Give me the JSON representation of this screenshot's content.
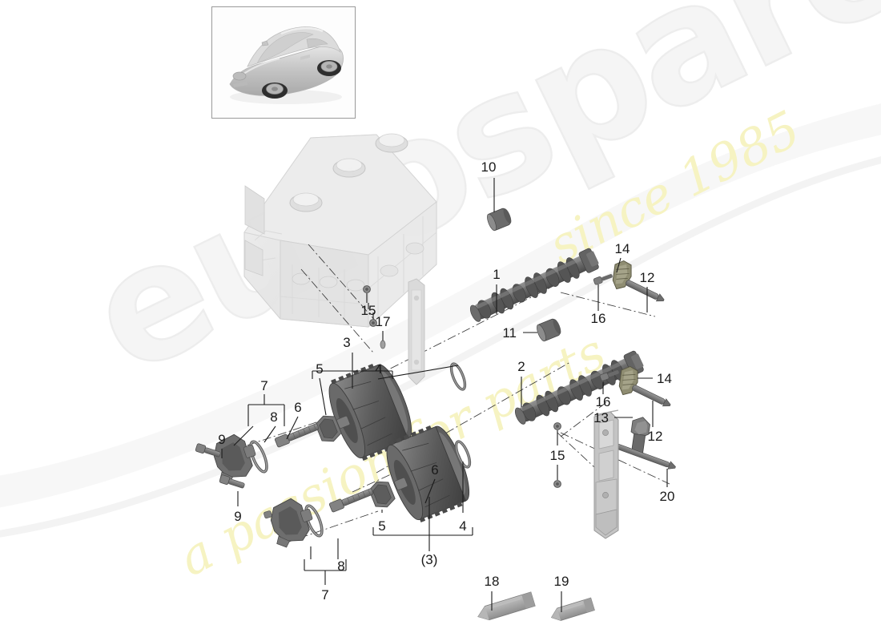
{
  "diagram": {
    "title": "Porsche 718 Cayman - Valve train / camshaft assembly parts diagram",
    "background_color": "#ffffff",
    "line_color": "#1a1a1a"
  },
  "watermark": {
    "brand_text": "eurospares",
    "brand_color": "#f4f4f4",
    "brand_outline_color": "#ededed",
    "tagline_primary": "a passion for parts",
    "tagline_secondary": "since 1985",
    "tagline_color": "#f5f3c4",
    "swoosh_color": "#f6f6f6"
  },
  "thumbnail": {
    "name": "vehicle-thumbnail",
    "alt": "Porsche 718 Cayman silver coupe",
    "border_color": "#9a9a9a",
    "body_color": "#c9c9c9"
  },
  "parts": [
    {
      "ref": "1",
      "label": "1",
      "name": "camshaft-intake"
    },
    {
      "ref": "2",
      "label": "2",
      "name": "camshaft-exhaust"
    },
    {
      "ref": "3",
      "label": "3",
      "name": "variocam-adjuster-upper"
    },
    {
      "ref": "3b",
      "label": "(3)",
      "name": "variocam-adjuster-lower"
    },
    {
      "ref": "4a",
      "label": "4",
      "name": "sealing-ring-upper"
    },
    {
      "ref": "4b",
      "label": "4",
      "name": "sealing-ring-lower"
    },
    {
      "ref": "5a",
      "label": "5",
      "name": "hex-collar-upper"
    },
    {
      "ref": "5b",
      "label": "5",
      "name": "hex-collar-lower"
    },
    {
      "ref": "6a",
      "label": "6",
      "name": "hexagon-head-bolt-upper"
    },
    {
      "ref": "6b",
      "label": "6",
      "name": "hexagon-head-bolt-lower"
    },
    {
      "ref": "7a",
      "label": "7",
      "name": "solenoid-valve-upper"
    },
    {
      "ref": "7b",
      "label": "7",
      "name": "solenoid-valve-lower"
    },
    {
      "ref": "8a",
      "label": "8",
      "name": "o-ring-upper"
    },
    {
      "ref": "8b",
      "label": "8",
      "name": "o-ring-lower"
    },
    {
      "ref": "9a",
      "label": "9",
      "name": "fastening-bolt-upper"
    },
    {
      "ref": "9b",
      "label": "9",
      "name": "fastening-bolt-lower"
    },
    {
      "ref": "10",
      "label": "10",
      "name": "bucket-tappet-intake"
    },
    {
      "ref": "11",
      "label": "11",
      "name": "bucket-tappet-exhaust"
    },
    {
      "ref": "12a",
      "label": "12",
      "name": "tensioner-bolt-upper"
    },
    {
      "ref": "12b",
      "label": "12",
      "name": "tensioner-bolt-lower"
    },
    {
      "ref": "13",
      "label": "13",
      "name": "chain-tensioner-pad"
    },
    {
      "ref": "14a",
      "label": "14",
      "name": "tensioning-rail-upper"
    },
    {
      "ref": "14b",
      "label": "14",
      "name": "tensioning-rail-lower"
    },
    {
      "ref": "15a",
      "label": "15",
      "name": "guide-rail-bolt-upper"
    },
    {
      "ref": "15b",
      "label": "15",
      "name": "guide-rail-bolt-lower"
    },
    {
      "ref": "16a",
      "label": "16",
      "name": "pivot-pin-upper"
    },
    {
      "ref": "16b",
      "label": "16",
      "name": "pivot-pin-lower"
    },
    {
      "ref": "17",
      "label": "17",
      "name": "chain-guide-rail"
    },
    {
      "ref": "18",
      "label": "18",
      "name": "sealant-tube-large"
    },
    {
      "ref": "19",
      "label": "19",
      "name": "sealant-tube-small"
    },
    {
      "ref": "20",
      "label": "20",
      "name": "long-tensioner-bolt"
    }
  ],
  "callouts": {
    "n1": "1",
    "n2": "2",
    "n3": "3",
    "n3p": "(3)",
    "n4a": "4",
    "n4b": "4",
    "n5a": "5",
    "n5b": "5",
    "n6a": "6",
    "n6b": "6",
    "n7a": "7",
    "n7b": "7",
    "n8a": "8",
    "n8b": "8",
    "n9a": "9",
    "n9b": "9",
    "n10": "10",
    "n11": "11",
    "n12a": "12",
    "n12b": "12",
    "n13": "13",
    "n14a": "14",
    "n14b": "14",
    "n15a": "15",
    "n15b": "15",
    "n16a": "16",
    "n16b": "16",
    "n17": "17",
    "n18": "18",
    "n19": "19",
    "n20": "20"
  },
  "colors": {
    "engine_block": "#e8e8e8",
    "engine_block_edge": "#cfcfcf",
    "camshaft_dark": "#5d5d5d",
    "camshaft_mid": "#7e7e7e",
    "camshaft_light": "#9e9e9e",
    "gear_dark": "#4f4f4f",
    "gear_mid": "#6f6f6f",
    "bolt": "#707070",
    "bracket_metal": "#8d8d8d",
    "sealant_tube": "#a8a8a8"
  }
}
